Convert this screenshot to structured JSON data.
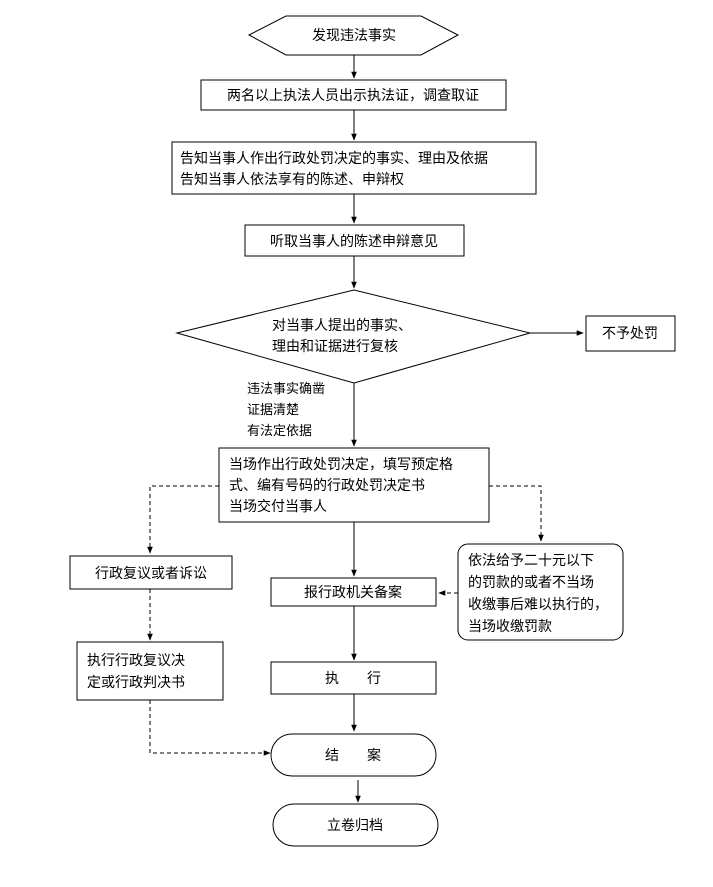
{
  "flow": {
    "start": "发现违法事实",
    "evidence": "两名以上执法人员出示执法证，调查取证",
    "notify": [
      "告知当事人作出行政处罚决定的事实、理由及依据",
      "告知当事人依法享有的陈述、申辩权"
    ],
    "hear": "听取当事人的陈述申辩意见",
    "review": [
      "对当事人提出的事实、",
      "理由和证据进行复核"
    ],
    "no_penalty": "不予处罚",
    "condition": [
      "违法事实确凿",
      "证据清楚",
      "有法定依据"
    ],
    "onsite_decision": [
      "当场作出行政处罚决定，填写预定格",
      "式、编有号码的行政处罚决定书",
      "当场交付当事人"
    ],
    "appeal": "行政复议或者诉讼",
    "appeal_result": [
      "执行行政复议决",
      "定或行政判决书"
    ],
    "file": "报行政机关备案",
    "collect": [
      "依法给予二十元以下",
      "的罚款的或者不当场",
      "收缴事后难以执行的，",
      "当场收缴罚款"
    ],
    "execute": "执　　行",
    "close": "结　　案",
    "archive": "立卷归档"
  }
}
